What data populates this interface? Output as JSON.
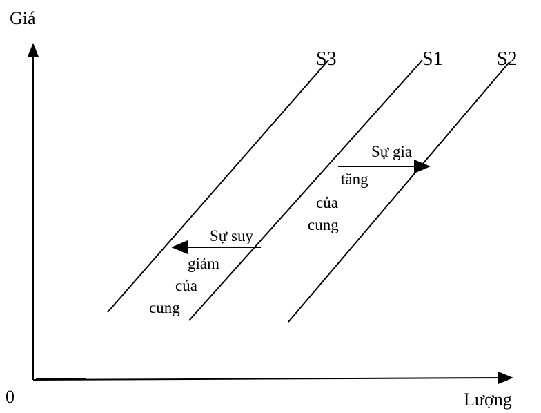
{
  "axes": {
    "y_label": "Giá",
    "x_label": "Lượng",
    "origin_label": "0"
  },
  "curves": [
    {
      "id": "S3",
      "label": "S3"
    },
    {
      "id": "S1",
      "label": "S1"
    },
    {
      "id": "S2",
      "label": "S2"
    }
  ],
  "annotations": {
    "increase": {
      "lines": [
        "Sự gia",
        "tăng",
        "của",
        "cung"
      ]
    },
    "decrease": {
      "lines": [
        "Sự suy",
        "giảm",
        "của",
        "cung"
      ]
    }
  },
  "colors": {
    "ink": "#000000",
    "background": "#ffffff"
  }
}
